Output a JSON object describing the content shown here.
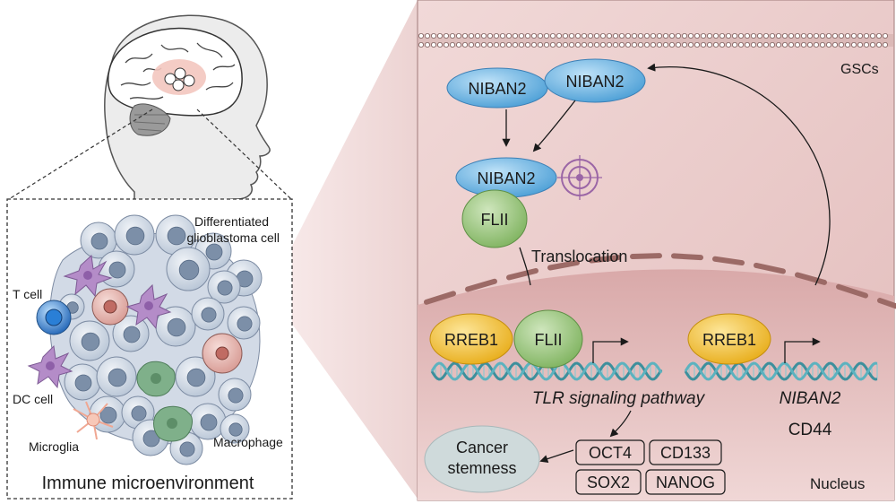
{
  "labels": {
    "gscs": "GSCs",
    "niban2_a": "NIBAN2",
    "niban2_b": "NIBAN2",
    "niban2_c": "NIBAN2",
    "flii_complex": "FLII",
    "translocation": "Translocation",
    "rreb1_a": "RREB1",
    "flii_nuclear": "FLII",
    "rreb1_b": "RREB1",
    "tlr_pathway": "TLR signaling pathway",
    "niban2_gene": "NIBAN2",
    "cd44": "CD44",
    "cancer_stemness_line1": "Cancer",
    "cancer_stemness_line2": "stemness",
    "oct4": "OCT4",
    "cd133": "CD133",
    "sox2": "SOX2",
    "nanog": "NANOG",
    "nucleus": "Nucleus",
    "differentiated_line1": "Differentiated",
    "differentiated_line2": "glioblastoma cell",
    "t_cell": "T cell",
    "dc_cell": "DC cell",
    "microglia": "Microglia",
    "macrophage": "Macrophage",
    "immune_microenvironment": "Immune microenvironment"
  },
  "colors": {
    "panel_pink": "#e9c9c8",
    "nucleus_pink": "#ddb3b3",
    "membrane_brown": "#9c6a66",
    "niban2_blue": "#6fb7e6",
    "flii_green": "#93c47d",
    "rreb1_yellow": "#f6c644",
    "dna_teal": "#5aa7b4",
    "target_purple": "#9b66a6",
    "stemness_gray": "#d1dbdc",
    "tumor_cell": "#c9d4e2",
    "tumor_nucleus": "#7d8fa7"
  }
}
